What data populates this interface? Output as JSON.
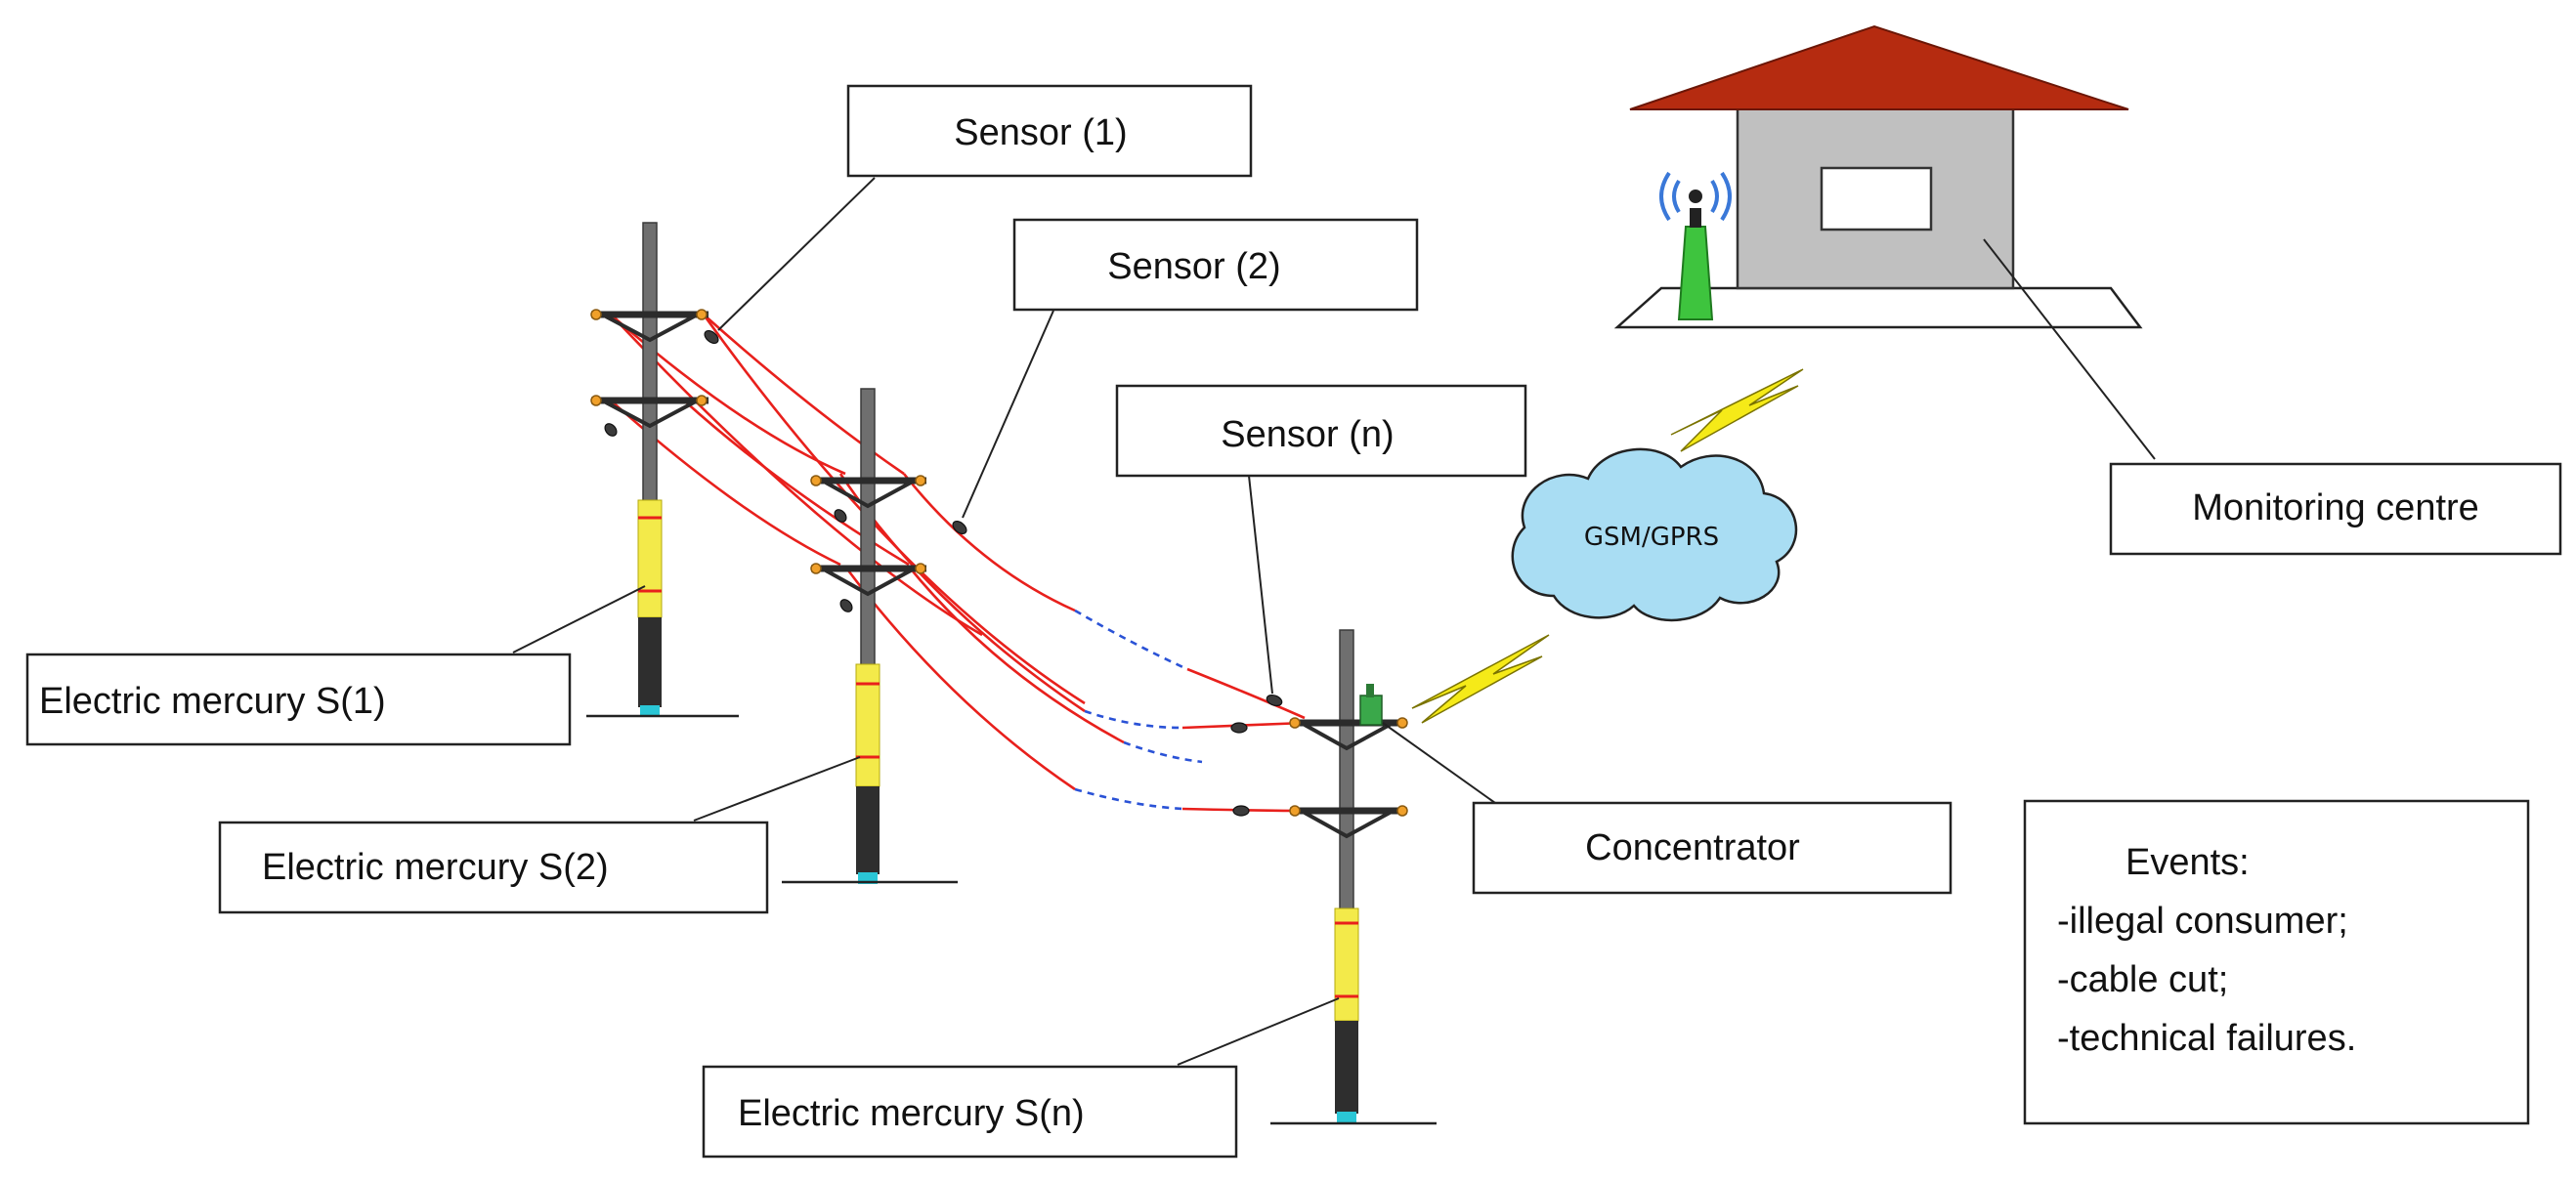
{
  "labels": {
    "sensor_1": "Sensor (1)",
    "sensor_2": "Sensor (2)",
    "sensor_n": "Sensor (n)",
    "monitoring_centre": "Monitoring centre",
    "gsm_gprs": "GSM/GPRS",
    "mercury_1": "Electric mercury S(1)",
    "mercury_2": "Electric mercury S(2)",
    "mercury_n": "Electric mercury S(n)",
    "concentrator": "Concentrator"
  },
  "events": {
    "title": "Events:",
    "items": [
      "-illegal consumer;",
      "-cable cut;",
      "-technical failures."
    ]
  },
  "colors": {
    "roof": "#b52b10",
    "wall": "#c0c0c0",
    "antenna": "#3ec43e",
    "cloud": "#a9ddf3",
    "wire": "#e8201c",
    "wire_dashed": "#2a52d6",
    "lightning": "#f5ea18"
  },
  "icons": {
    "house": "monitoring-centre-house-icon",
    "antenna": "radio-antenna-icon",
    "cloud": "gsm-cloud-icon",
    "lightning": "lightning-bolt-icon"
  }
}
